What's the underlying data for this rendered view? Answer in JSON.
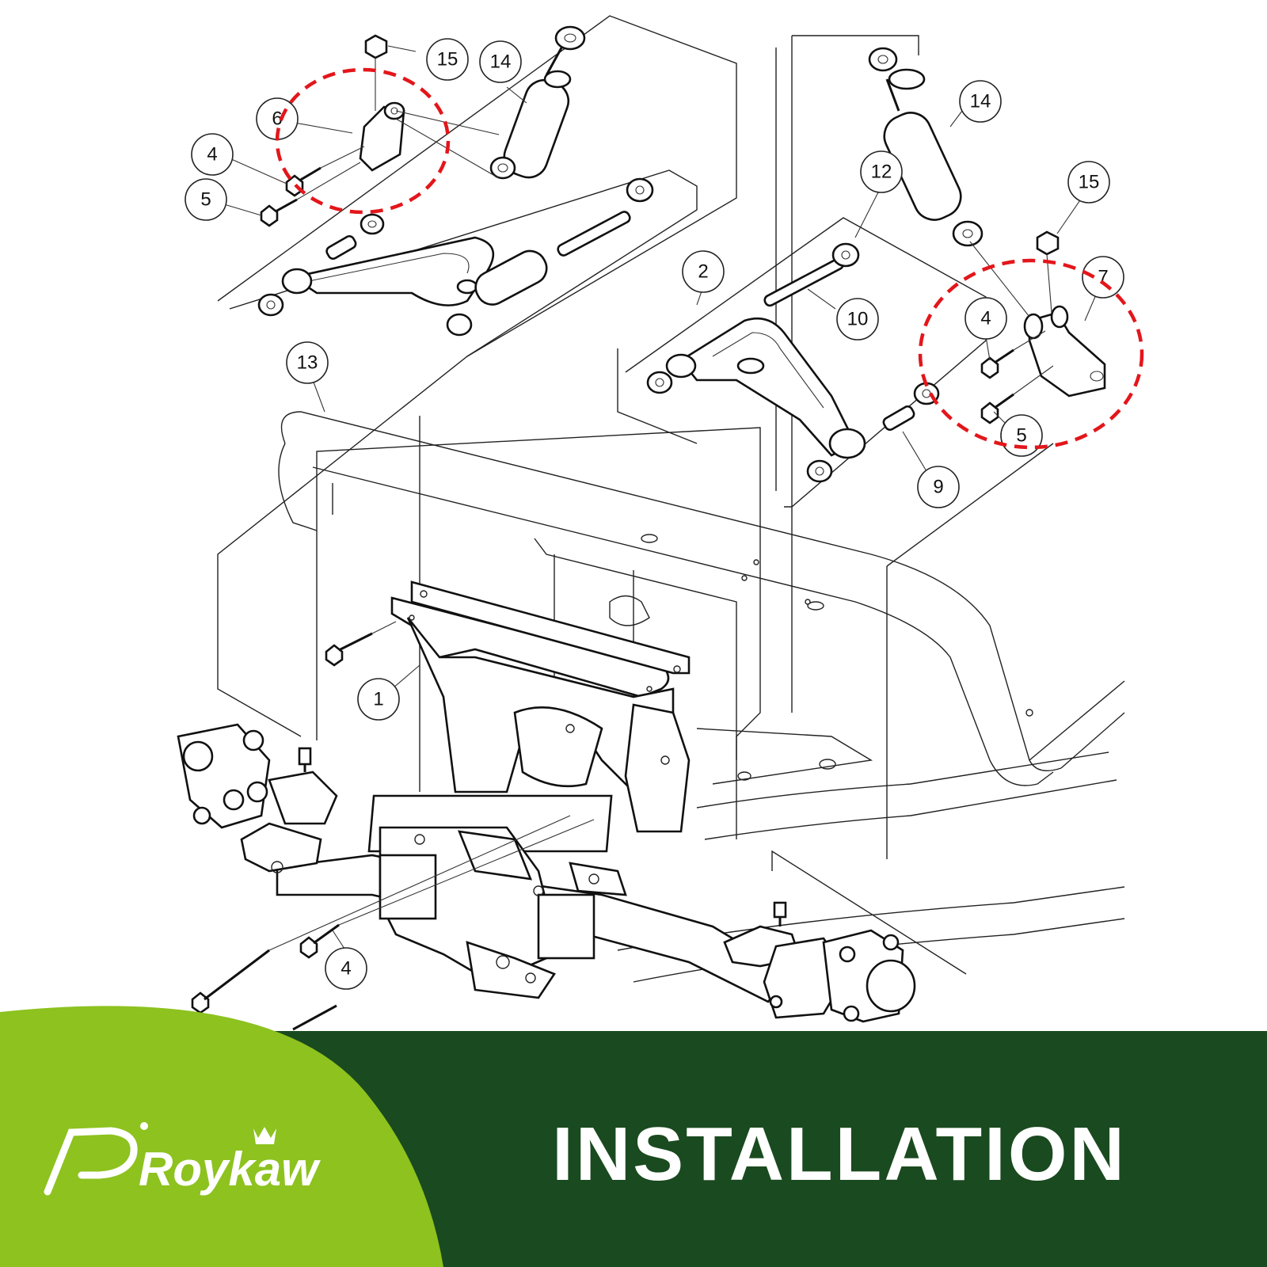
{
  "banner": {
    "title": "INSTALLATION",
    "green_dark": "#1a4a1f",
    "green_light": "#8dc21f",
    "red_highlight": "#e3161b"
  },
  "logo": {
    "brand": "Roykaw"
  },
  "callouts": [
    {
      "id": "c15a",
      "label": "15"
    },
    {
      "id": "c14a",
      "label": "14"
    },
    {
      "id": "c6",
      "label": "6"
    },
    {
      "id": "c4a",
      "label": "4"
    },
    {
      "id": "c5a",
      "label": "5"
    },
    {
      "id": "c13",
      "label": "13"
    },
    {
      "id": "c1",
      "label": "1"
    },
    {
      "id": "c4c",
      "label": "4"
    },
    {
      "id": "c14b",
      "label": "14"
    },
    {
      "id": "c12",
      "label": "12"
    },
    {
      "id": "c15b",
      "label": "15"
    },
    {
      "id": "c2",
      "label": "2"
    },
    {
      "id": "c10",
      "label": "10"
    },
    {
      "id": "c7",
      "label": "7"
    },
    {
      "id": "c4b",
      "label": "4"
    },
    {
      "id": "c5b",
      "label": "5"
    },
    {
      "id": "c9",
      "label": "9"
    }
  ]
}
